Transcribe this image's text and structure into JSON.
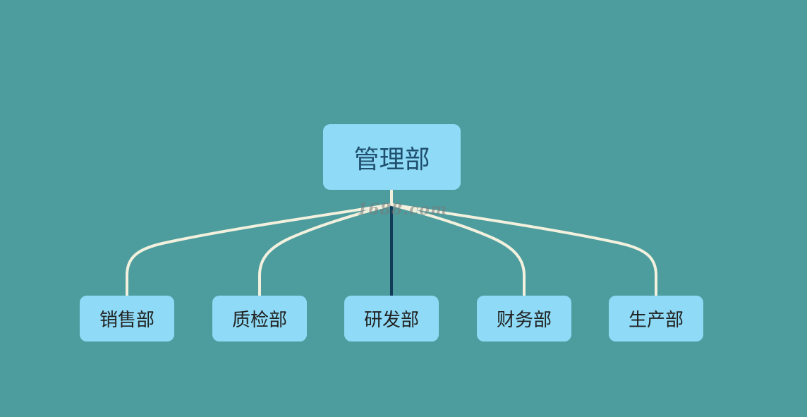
{
  "diagram": {
    "root": {
      "label": "管理部"
    },
    "children": [
      {
        "label": "销售部"
      },
      {
        "label": "质检部"
      },
      {
        "label": "研发部"
      },
      {
        "label": "财务部"
      },
      {
        "label": "生产部"
      }
    ],
    "watermark": "1688.com"
  },
  "colors": {
    "background": "#4d9d9e",
    "node_fill": "#8fdbf7",
    "connector": "#f3f1de",
    "highlight_connector": "#103c5a"
  }
}
